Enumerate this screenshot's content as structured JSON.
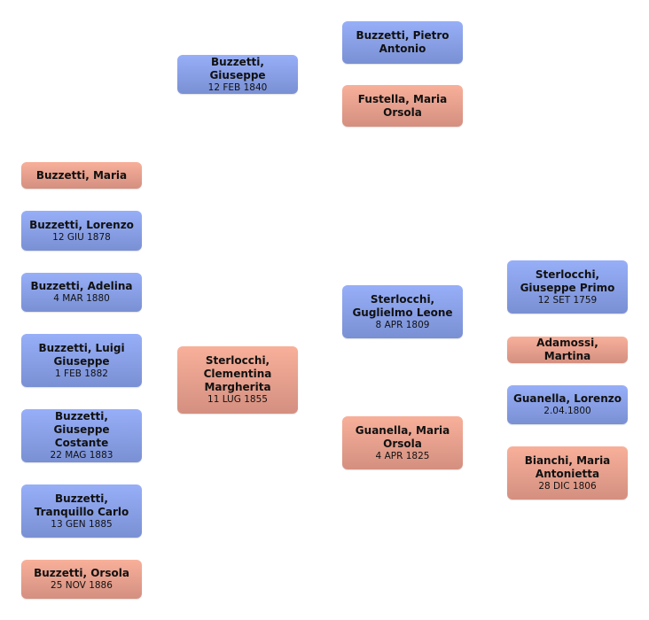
{
  "colors": {
    "male": "#8aa2ea",
    "female": "#e9a08e"
  },
  "people": [
    {
      "id": "buzzetti-maria",
      "name": "Buzzetti, Maria",
      "date": "",
      "sex": "female"
    },
    {
      "id": "buzzetti-lorenzo",
      "name": "Buzzetti, Lorenzo",
      "date": "12 GIU 1878",
      "sex": "male"
    },
    {
      "id": "buzzetti-adelina",
      "name": "Buzzetti, Adelina",
      "date": "4 MAR 1880",
      "sex": "male"
    },
    {
      "id": "buzzetti-luigi-giuseppe",
      "name": "Buzzetti, Luigi Giuseppe",
      "date": "1 FEB 1882",
      "sex": "male"
    },
    {
      "id": "buzzetti-giuseppe-costante",
      "name": "Buzzetti, Giuseppe Costante",
      "date": "22 MAG 1883",
      "sex": "male"
    },
    {
      "id": "buzzetti-tranquillo-carlo",
      "name": "Buzzetti, Tranquillo Carlo",
      "date": "13 GEN 1885",
      "sex": "male"
    },
    {
      "id": "buzzetti-orsola",
      "name": "Buzzetti, Orsola",
      "date": "25 NOV 1886",
      "sex": "female"
    },
    {
      "id": "buzzetti-giuseppe",
      "name": "Buzzetti, Giuseppe",
      "date": "12 FEB 1840",
      "sex": "male"
    },
    {
      "id": "sterlocchi-clementina-margherita",
      "name": "Sterlocchi, Clementina Margherita",
      "date": "11 LUG 1855",
      "sex": "female"
    },
    {
      "id": "buzzetti-pietro-antonio",
      "name": "Buzzetti, Pietro Antonio",
      "date": "",
      "sex": "male"
    },
    {
      "id": "fustella-maria-orsola",
      "name": "Fustella, Maria Orsola",
      "date": "",
      "sex": "female"
    },
    {
      "id": "sterlocchi-guglielmo-leone",
      "name": "Sterlocchi, Guglielmo Leone",
      "date": "8 APR 1809",
      "sex": "male"
    },
    {
      "id": "guanella-maria-orsola",
      "name": "Guanella, Maria Orsola",
      "date": "4 APR 1825",
      "sex": "female"
    },
    {
      "id": "sterlocchi-giuseppe-primo",
      "name": "Sterlocchi, Giuseppe Primo",
      "date": "12 SET 1759",
      "sex": "male"
    },
    {
      "id": "adamossi-martina",
      "name": "Adamossi, Martina",
      "date": "",
      "sex": "female"
    },
    {
      "id": "guanella-lorenzo",
      "name": "Guanella, Lorenzo",
      "date": "2.04.1800",
      "sex": "male"
    },
    {
      "id": "bianchi-maria-antonietta",
      "name": "Bianchi, Maria Antonietta",
      "date": "28 DIC 1806",
      "sex": "female"
    }
  ]
}
